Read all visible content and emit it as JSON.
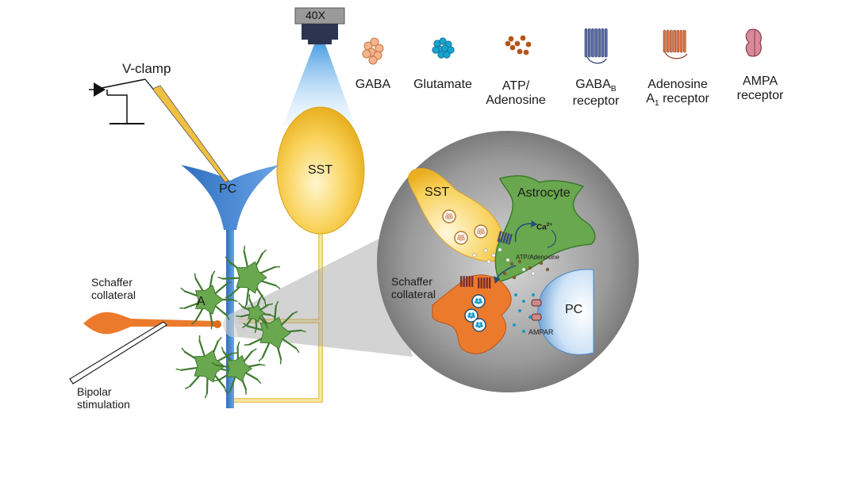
{
  "objective_label": "40X",
  "vclamp_label": "V-clamp",
  "pc_label": "PC",
  "sst_label": "SST",
  "astrocyte_label_small": "A",
  "schaffer_label": [
    "Schaffer",
    "collateral"
  ],
  "bipolar_label": [
    "Bipolar",
    "stimulation"
  ],
  "legend": {
    "gaba": "GABA",
    "glutamate": "Glutamate",
    "atp": [
      "ATP/",
      "Adenosine"
    ],
    "gabab": {
      "main": "GABA",
      "sub": "B",
      "line2": "receptor"
    },
    "a1": {
      "line1": "Adenosine",
      "pre": "A",
      "sub": "1",
      "post": " receptor"
    },
    "ampa": [
      "AMPA",
      "receptor"
    ]
  },
  "inset": {
    "sst": "SST",
    "astrocyte": "Astrocyte",
    "ca": {
      "main": "Ca",
      "sup": "2+"
    },
    "atp_adenosine": "ATP/Adenosine",
    "schaffer": [
      "Schaffer",
      "collateral"
    ],
    "pc": "PC",
    "ampar": "AMPAR"
  },
  "colors": {
    "pc_blue": "#4a8ad1",
    "sst_yellow": "#f7c948",
    "schaffer_orange": "#ec7a2c",
    "astrocyte_green": "#6aa84f",
    "inset_gray": "#8c8c8c"
  }
}
